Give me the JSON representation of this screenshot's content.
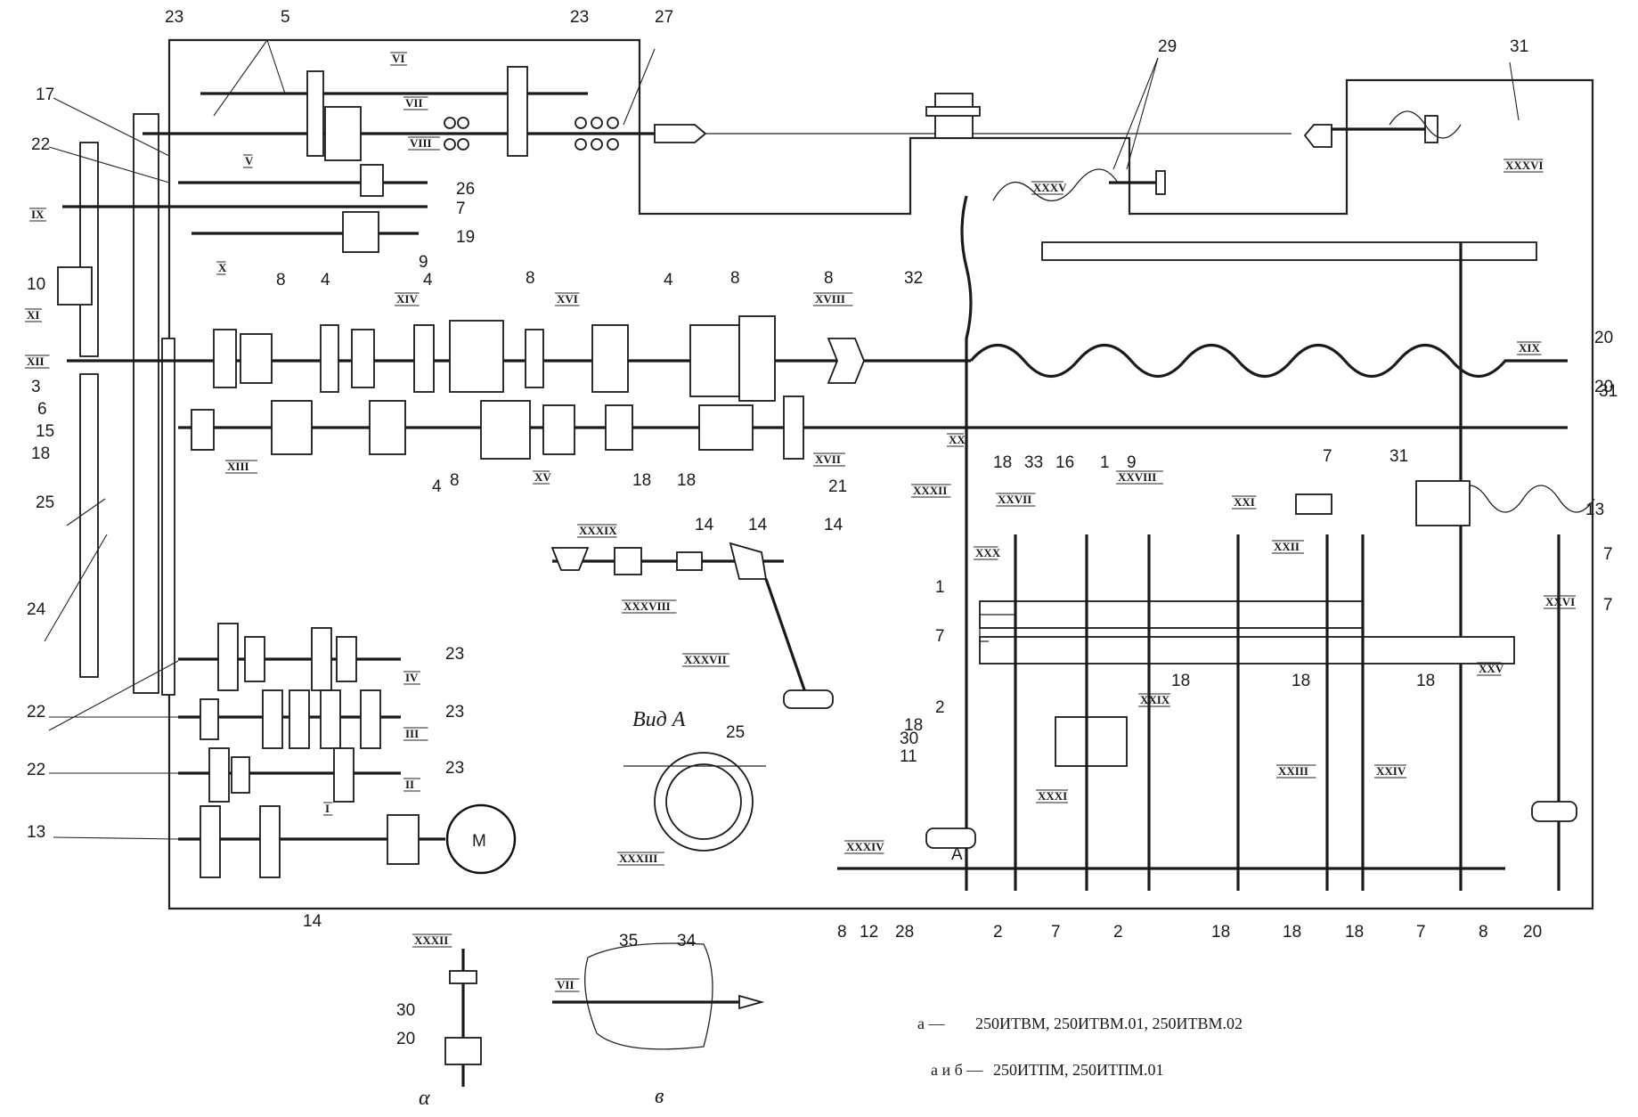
{
  "top_numbers": [
    {
      "id": "n23a",
      "text": "23"
    },
    {
      "id": "n5",
      "text": "5"
    },
    {
      "id": "n23b",
      "text": "23"
    },
    {
      "id": "n27",
      "text": "27"
    },
    {
      "id": "n29",
      "text": "29"
    },
    {
      "id": "n31a",
      "text": "31"
    }
  ],
  "left_numbers": [
    {
      "id": "n17",
      "text": "17"
    },
    {
      "id": "n22a",
      "text": "22"
    },
    {
      "id": "n10",
      "text": "10"
    },
    {
      "id": "n3",
      "text": "3"
    },
    {
      "id": "n6",
      "text": "6"
    },
    {
      "id": "n15",
      "text": "15"
    },
    {
      "id": "n18a",
      "text": "18"
    },
    {
      "id": "n25",
      "text": "25"
    },
    {
      "id": "n24",
      "text": "24"
    },
    {
      "id": "n22b",
      "text": "22"
    },
    {
      "id": "n22c",
      "text": "22"
    },
    {
      "id": "n13a",
      "text": "13"
    }
  ],
  "inner_numbers": [
    {
      "id": "n26",
      "text": "26"
    },
    {
      "id": "n7a",
      "text": "7"
    },
    {
      "id": "n19",
      "text": "19"
    },
    {
      "id": "n9a",
      "text": "9"
    },
    {
      "id": "n8a",
      "text": "8"
    },
    {
      "id": "n4a",
      "text": "4"
    },
    {
      "id": "n4b",
      "text": "4"
    },
    {
      "id": "n8b",
      "text": "8"
    },
    {
      "id": "n4c",
      "text": "4"
    },
    {
      "id": "n8c",
      "text": "8"
    },
    {
      "id": "n8d",
      "text": "8"
    },
    {
      "id": "n32",
      "text": "32"
    },
    {
      "id": "n20a",
      "text": "20"
    },
    {
      "id": "n20b",
      "text": "20"
    },
    {
      "id": "n31b",
      "text": "31"
    },
    {
      "id": "n4d",
      "text": "4"
    },
    {
      "id": "n8e",
      "text": "8"
    },
    {
      "id": "n18b",
      "text": "18"
    },
    {
      "id": "n18c",
      "text": "18"
    },
    {
      "id": "n21",
      "text": "21"
    },
    {
      "id": "n18d",
      "text": "18"
    },
    {
      "id": "n33",
      "text": "33"
    },
    {
      "id": "n16",
      "text": "16"
    },
    {
      "id": "n1a",
      "text": "1"
    },
    {
      "id": "n9b",
      "text": "9"
    },
    {
      "id": "n7b",
      "text": "7"
    },
    {
      "id": "n31c",
      "text": "31"
    },
    {
      "id": "n13b",
      "text": "13"
    },
    {
      "id": "n7c",
      "text": "7"
    },
    {
      "id": "n7d",
      "text": "7"
    },
    {
      "id": "n1b",
      "text": "1"
    },
    {
      "id": "n7e",
      "text": "7"
    },
    {
      "id": "n18e",
      "text": "18"
    },
    {
      "id": "n18f",
      "text": "18"
    },
    {
      "id": "n18g",
      "text": "18"
    },
    {
      "id": "n18h",
      "text": "18"
    },
    {
      "id": "n2a",
      "text": "2"
    },
    {
      "id": "n30a",
      "text": "30"
    },
    {
      "id": "n11",
      "text": "11"
    },
    {
      "id": "n14a",
      "text": "14"
    },
    {
      "id": "n14b",
      "text": "14"
    },
    {
      "id": "n14c",
      "text": "14"
    },
    {
      "id": "n25b",
      "text": "25"
    },
    {
      "id": "n23c",
      "text": "23"
    },
    {
      "id": "n23d",
      "text": "23"
    },
    {
      "id": "n23e",
      "text": "23"
    },
    {
      "id": "n14d",
      "text": "14"
    }
  ],
  "bottom_numbers": [
    {
      "id": "b8a",
      "text": "8"
    },
    {
      "id": "b12",
      "text": "12"
    },
    {
      "id": "b28",
      "text": "28"
    },
    {
      "id": "b2a",
      "text": "2"
    },
    {
      "id": "b7a",
      "text": "7"
    },
    {
      "id": "b2b",
      "text": "2"
    },
    {
      "id": "b18a",
      "text": "18"
    },
    {
      "id": "b18b",
      "text": "18"
    },
    {
      "id": "b18c",
      "text": "18"
    },
    {
      "id": "b7b",
      "text": "7"
    },
    {
      "id": "b8b",
      "text": "8"
    },
    {
      "id": "b20",
      "text": "20"
    },
    {
      "id": "b30",
      "text": "30"
    },
    {
      "id": "b20b",
      "text": "20"
    },
    {
      "id": "b35",
      "text": "35"
    },
    {
      "id": "b34",
      "text": "34"
    }
  ],
  "shaft_labels": [
    {
      "id": "sVI",
      "text": "VI"
    },
    {
      "id": "sVII",
      "text": "VII"
    },
    {
      "id": "sV",
      "text": "V"
    },
    {
      "id": "sVIII",
      "text": "VIII"
    },
    {
      "id": "sIX",
      "text": "IX"
    },
    {
      "id": "sX",
      "text": "X"
    },
    {
      "id": "sXI",
      "text": "XI"
    },
    {
      "id": "sXII",
      "text": "XII"
    },
    {
      "id": "sXIII",
      "text": "XIII"
    },
    {
      "id": "sXIV",
      "text": "XIV"
    },
    {
      "id": "sXV",
      "text": "XV"
    },
    {
      "id": "sXVI",
      "text": "XVI"
    },
    {
      "id": "sXVII",
      "text": "XVII"
    },
    {
      "id": "sXVIII",
      "text": "XVIII"
    },
    {
      "id": "sXIX",
      "text": "XIX"
    },
    {
      "id": "sXX",
      "text": "XX"
    },
    {
      "id": "sXXI",
      "text": "XXI"
    },
    {
      "id": "sXXII",
      "text": "XXII"
    },
    {
      "id": "sXXIII",
      "text": "XXIII"
    },
    {
      "id": "sXXIV",
      "text": "XXIV"
    },
    {
      "id": "sXXV",
      "text": "XXV"
    },
    {
      "id": "sXXVI",
      "text": "XXVI"
    },
    {
      "id": "sXXVII",
      "text": "XXVII"
    },
    {
      "id": "sXXVIII",
      "text": "XXVIII"
    },
    {
      "id": "sXXIX",
      "text": "XXIX"
    },
    {
      "id": "sXXX",
      "text": "XXX"
    },
    {
      "id": "sXXXI",
      "text": "XXXI"
    },
    {
      "id": "sXXXII",
      "text": "XXXII"
    },
    {
      "id": "sXXXIII",
      "text": "XXXIII"
    },
    {
      "id": "sXXXIV",
      "text": "XXXIV"
    },
    {
      "id": "sXXXV",
      "text": "XXXV"
    },
    {
      "id": "sXXXVI",
      "text": "XXXVI"
    },
    {
      "id": "sXXXVII",
      "text": "XXXVII"
    },
    {
      "id": "sXXXVIII",
      "text": "XXXVIII"
    },
    {
      "id": "sXXXIX",
      "text": "XXXIX"
    },
    {
      "id": "sI",
      "text": "I"
    },
    {
      "id": "sII",
      "text": "II"
    },
    {
      "id": "sIII",
      "text": "III"
    },
    {
      "id": "sIV",
      "text": "IV"
    },
    {
      "id": "sXXXIIb",
      "text": "XXXII"
    },
    {
      "id": "sVIIb",
      "text": "VII"
    }
  ],
  "motor_label": "M",
  "view_label": "Вид А",
  "arrow_label": "A",
  "legend": [
    {
      "key": "a —",
      "models": "250ИТВМ, 250ИТВМ.01, 250ИТВМ.02"
    },
    {
      "key": "а и б —",
      "models": "250ИТПМ, 250ИТПМ.01"
    }
  ],
  "captions": {
    "a": "α",
    "b": "в"
  }
}
